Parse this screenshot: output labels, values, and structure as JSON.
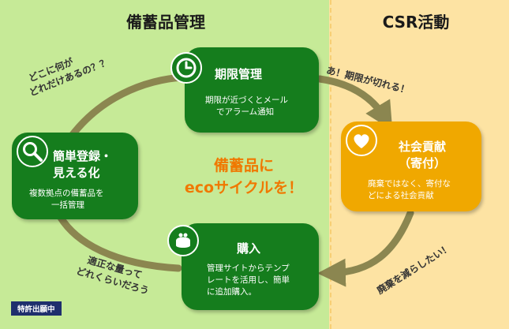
{
  "sections": {
    "left_title": "備蓄品管理",
    "right_title": "CSR活動"
  },
  "cards": {
    "expiry": {
      "title": "期限管理",
      "body": [
        "期限が近づくとメール",
        "でアラーム通知"
      ],
      "icon": "clock-icon"
    },
    "register": {
      "title": [
        "簡単登録・",
        "見える化"
      ],
      "body": [
        "複数拠点の備蓄品を",
        "一括管理"
      ],
      "icon": "magnifier-icon"
    },
    "purchase": {
      "title": "購入",
      "body": [
        "管理サイトからテンプ",
        "レートを活用し、簡単",
        "に追加購入。"
      ],
      "icon": "purse-icon"
    },
    "csr": {
      "title": [
        "社会貢献",
        "（寄付）"
      ],
      "body": [
        "廃棄ではなく、寄付な",
        "どによる社会貢献"
      ],
      "icon": "heart-icon"
    }
  },
  "center": [
    "備蓄品に",
    "ecoサイクルを！"
  ],
  "notes": {
    "where": [
      "どこに何が",
      "どれだけあるの？？"
    ],
    "expiring": "あ！期限が切れる！",
    "reduce_waste": "廃棄を減らしたい！",
    "how_much": [
      "適正な量って",
      "どれくらいだろう"
    ]
  },
  "badge": "特許出願中",
  "colors": {
    "left_bg": "#c6ea97",
    "right_bg": "#fde3a3",
    "card_green": "#157d1d",
    "card_orange": "#f0a800",
    "arrow": "#8b8650",
    "accent": "#f07800"
  }
}
